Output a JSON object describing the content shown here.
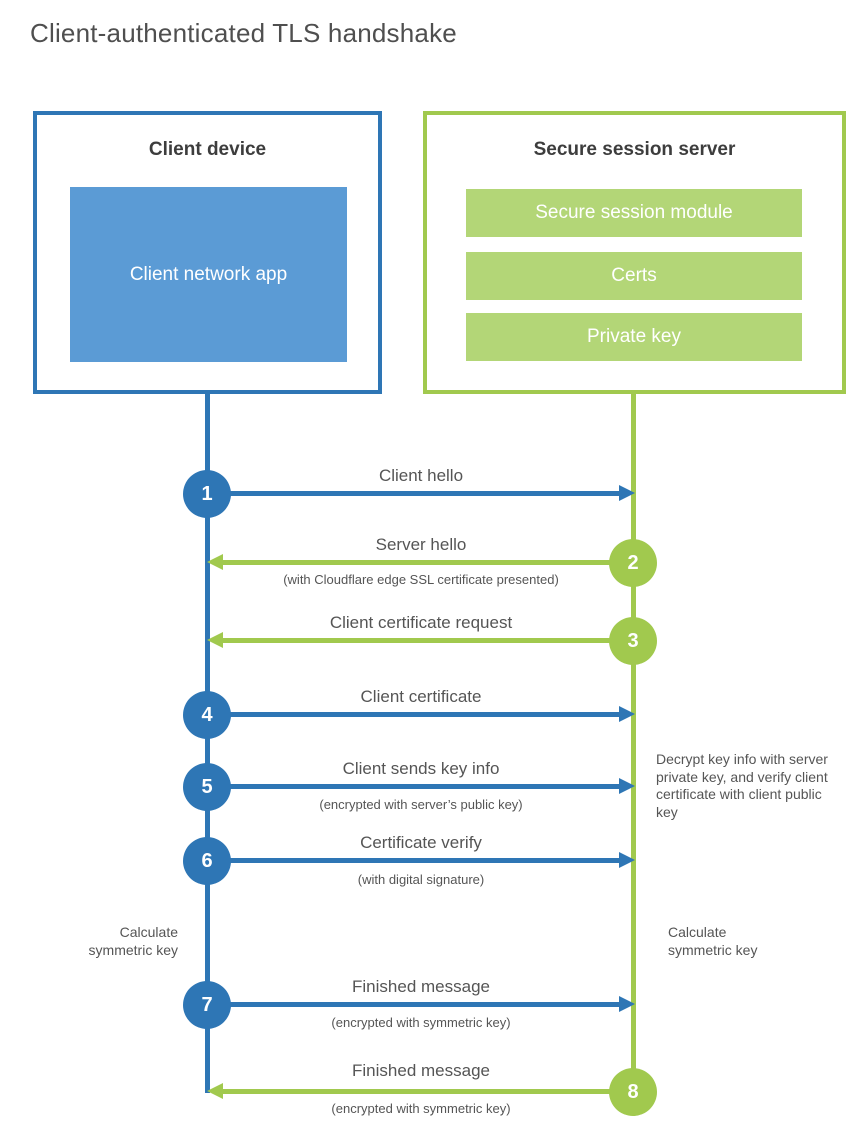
{
  "title": "Client-authenticated TLS handshake",
  "colors": {
    "blue_accent": "#2e76b5",
    "blue_fill": "#5b9bd5",
    "green_accent": "#a1c94e",
    "green_fill": "#b3d677",
    "text_dark": "#3d3d3d",
    "text_gray": "#555555"
  },
  "client": {
    "heading": "Client device",
    "app_label": "Client network app"
  },
  "server": {
    "heading": "Secure session server",
    "modules": [
      "Secure session module",
      "Certs",
      "Private key"
    ]
  },
  "steps": [
    {
      "number": "1",
      "actor": "client",
      "direction": "right",
      "label": "Client hello",
      "sub": ""
    },
    {
      "number": "2",
      "actor": "server",
      "direction": "left",
      "label": "Server hello",
      "sub": "(with Cloudflare edge SSL certificate presented)"
    },
    {
      "number": "3",
      "actor": "server",
      "direction": "left",
      "label": "Client certificate request",
      "sub": ""
    },
    {
      "number": "4",
      "actor": "client",
      "direction": "right",
      "label": "Client certificate",
      "sub": ""
    },
    {
      "number": "5",
      "actor": "client",
      "direction": "right",
      "label": "Client sends key info",
      "sub": "(encrypted with server’s public key)"
    },
    {
      "number": "6",
      "actor": "client",
      "direction": "right",
      "label": "Certificate verify",
      "sub": "(with digital signature)"
    },
    {
      "number": "7",
      "actor": "client",
      "direction": "right",
      "label": "Finished message",
      "sub": "(encrypted with symmetric key)"
    },
    {
      "number": "8",
      "actor": "server",
      "direction": "left",
      "label": "Finished message",
      "sub": "(encrypted with symmetric key)"
    }
  ],
  "annotations": {
    "left_calculate": "Calculate symmetric key",
    "right_calculate": "Calculate symmetric key",
    "decrypt_note": "Decrypt key info with server private key, and verify client certificate with client public key"
  }
}
